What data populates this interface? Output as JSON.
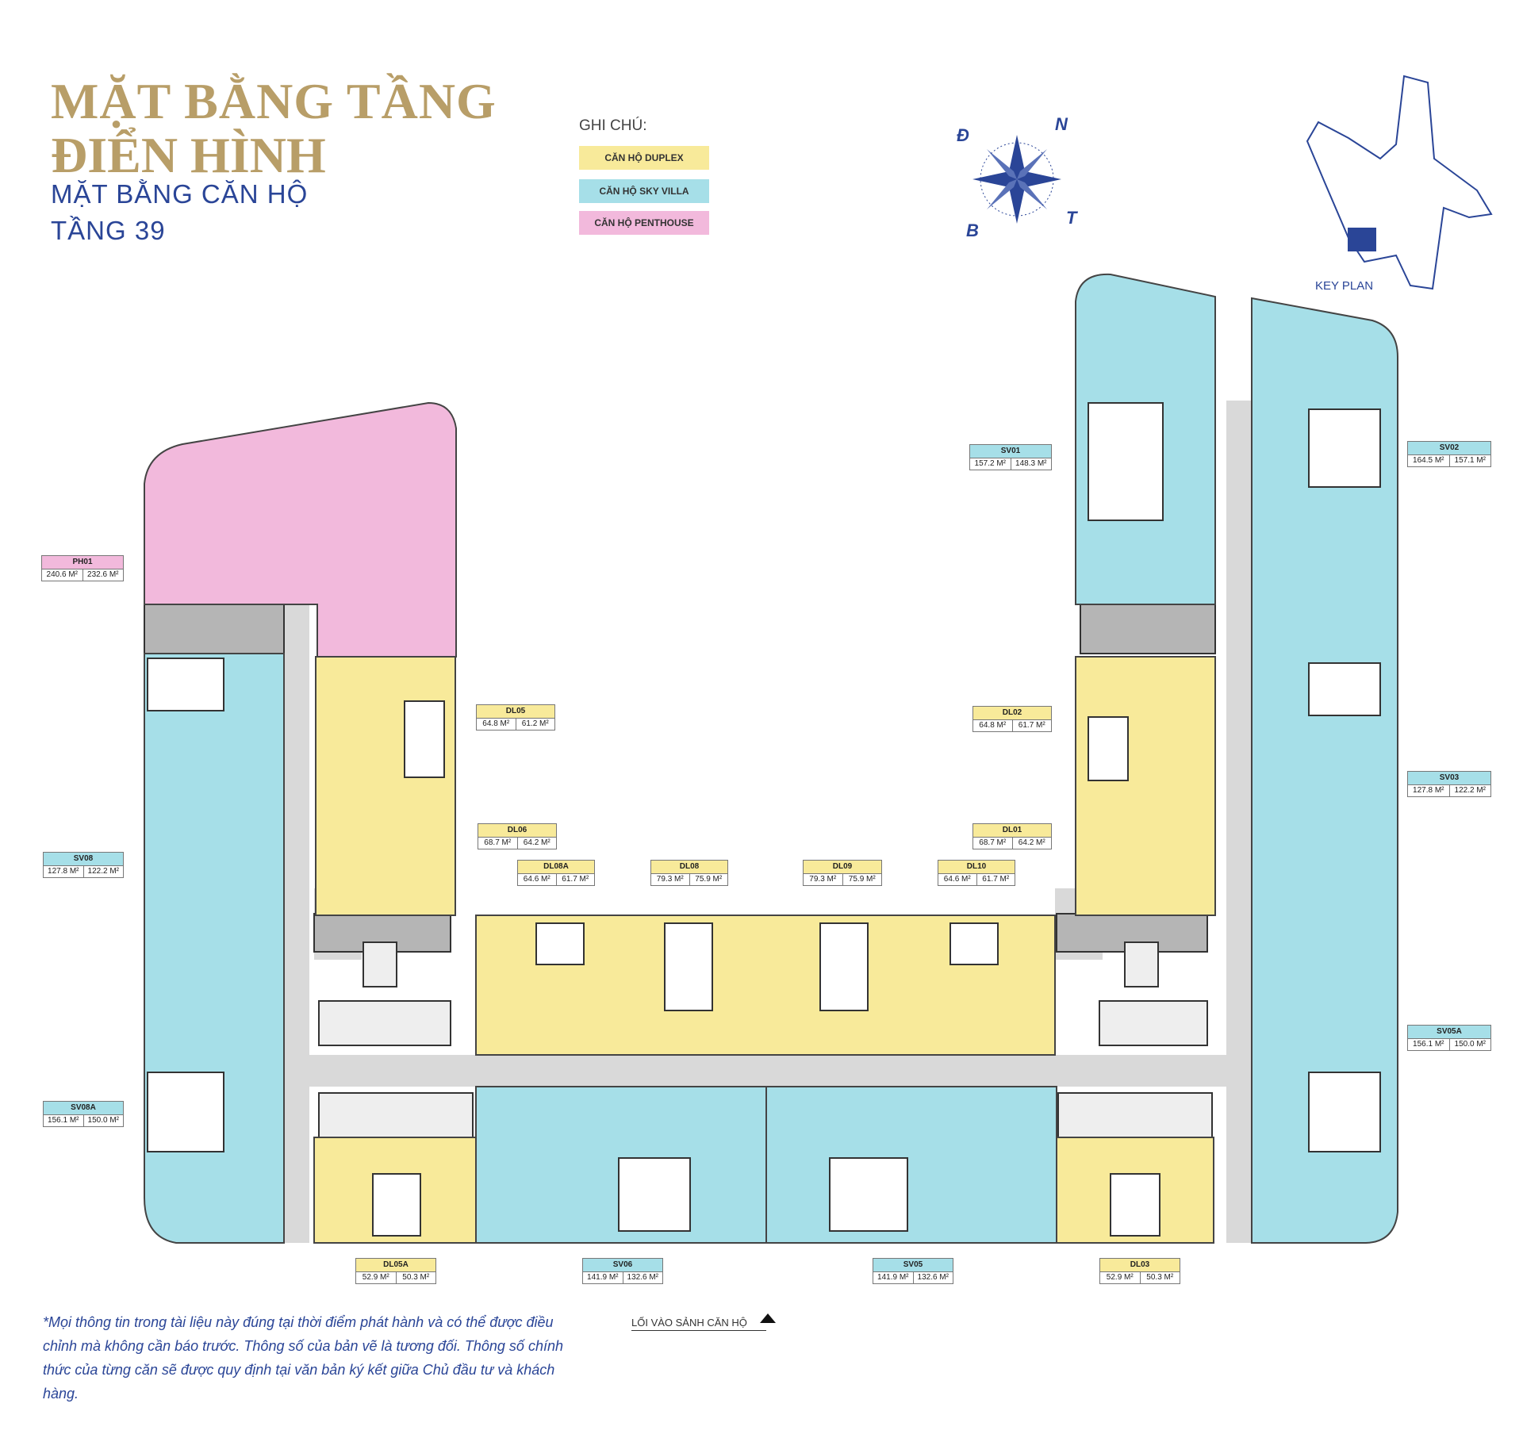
{
  "title": {
    "line1": "MẶT BẰNG TẦNG",
    "line2": "ĐIỂN HÌNH",
    "sub1": "MẶT BẰNG CĂN HỘ",
    "sub2": "TẦNG 39"
  },
  "legend": {
    "title": "GHI CHÚ:",
    "items": [
      {
        "label": "CĂN HỘ DUPLEX",
        "color": "#f8ea9a"
      },
      {
        "label": "CĂN HỘ SKY VILLA",
        "color": "#a6dfe8"
      },
      {
        "label": "CĂN HỘ PENTHOUSE",
        "color": "#f2b9dc"
      }
    ]
  },
  "compass": {
    "n": "N",
    "d": "Đ",
    "b": "B",
    "t": "T"
  },
  "key_plan": "KEY PLAN",
  "colors": {
    "duplex": "#f8ea9a",
    "villa": "#a6dfe8",
    "penthouse": "#f2b9dc",
    "corridor": "#d9d9d9",
    "core": "#b5b5b5",
    "accent": "#2a4597",
    "gold": "#b89e68"
  },
  "units": [
    {
      "id": "PH01",
      "a": "240.6 M²",
      "b": "232.6 M²",
      "kind": "pent"
    },
    {
      "id": "SV08",
      "a": "127.8 M²",
      "b": "122.2 M²",
      "kind": "villa"
    },
    {
      "id": "SV08A",
      "a": "156.1 M²",
      "b": "150.0 M²",
      "kind": "villa"
    },
    {
      "id": "DL05",
      "a": "64.8 M²",
      "b": "61.2 M²",
      "kind": "duplex"
    },
    {
      "id": "DL06",
      "a": "68.7 M²",
      "b": "64.2 M²",
      "kind": "duplex"
    },
    {
      "id": "DL08A",
      "a": "64.6 M²",
      "b": "61.7 M²",
      "kind": "duplex"
    },
    {
      "id": "DL08",
      "a": "79.3 M²",
      "b": "75.9 M²",
      "kind": "duplex"
    },
    {
      "id": "DL09",
      "a": "79.3 M²",
      "b": "75.9 M²",
      "kind": "duplex"
    },
    {
      "id": "DL10",
      "a": "64.6 M²",
      "b": "61.7 M²",
      "kind": "duplex"
    },
    {
      "id": "DL01",
      "a": "68.7 M²",
      "b": "64.2 M²",
      "kind": "duplex"
    },
    {
      "id": "DL02",
      "a": "64.8 M²",
      "b": "61.7 M²",
      "kind": "duplex"
    },
    {
      "id": "SV01",
      "a": "157.2 M²",
      "b": "148.3 M²",
      "kind": "villa"
    },
    {
      "id": "SV02",
      "a": "164.5 M²",
      "b": "157.1 M²",
      "kind": "villa"
    },
    {
      "id": "SV03",
      "a": "127.8 M²",
      "b": "122.2 M²",
      "kind": "villa"
    },
    {
      "id": "SV05A",
      "a": "156.1 M²",
      "b": "150.0 M²",
      "kind": "villa"
    },
    {
      "id": "DL05A",
      "a": "52.9 M²",
      "b": "50.3 M²",
      "kind": "duplex"
    },
    {
      "id": "SV06",
      "a": "141.9 M²",
      "b": "132.6 M²",
      "kind": "villa"
    },
    {
      "id": "SV05",
      "a": "141.9 M²",
      "b": "132.6 M²",
      "kind": "villa"
    },
    {
      "id": "DL03",
      "a": "52.9 M²",
      "b": "50.3 M²",
      "kind": "duplex"
    }
  ],
  "note": "*Mọi thông tin trong tài liệu này đúng tại thời điểm phát hành và có thể được điều chỉnh mà không cần báo trước. Thông số của bản vẽ là tương đối. Thông số chính thức của từng căn sẽ được quy định tại văn bản ký kết giữa Chủ đầu tư và khách hàng.",
  "entrance": "LỐI VÀO SẢNH CĂN HỘ"
}
